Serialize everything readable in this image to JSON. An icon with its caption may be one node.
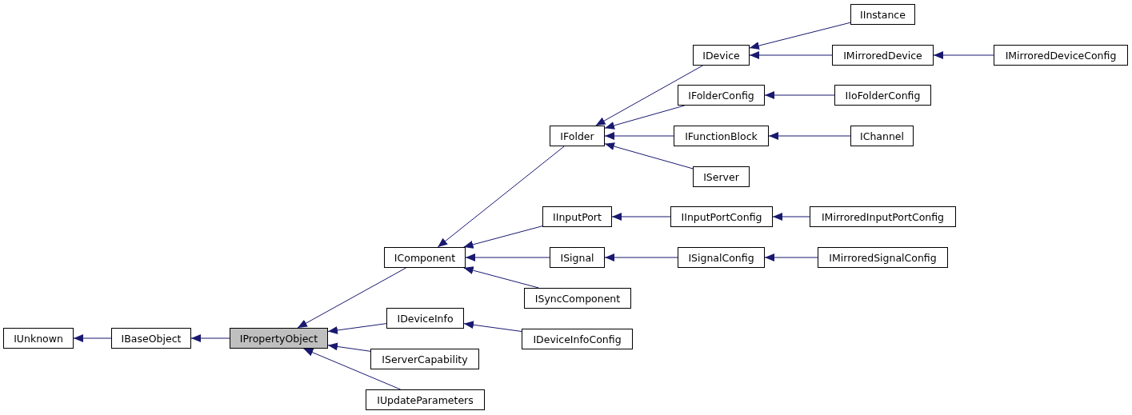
{
  "diagram": {
    "nodes": [
      {
        "text": [
          "IUnknown"
        ]
      },
      {
        "text": [
          "IBaseObject"
        ]
      },
      {
        "text": [
          "IPropertyObject"
        ]
      },
      {
        "text": [
          "IComponent"
        ]
      },
      {
        "text": [
          "IDeviceInfo"
        ]
      },
      {
        "text": [
          "IServerCapability"
        ]
      },
      {
        "text": [
          "IUpdateParameters"
        ]
      },
      {
        "text": [
          "IFolder"
        ]
      },
      {
        "text": [
          "IInputPort"
        ]
      },
      {
        "text": [
          "ISignal"
        ]
      },
      {
        "text": [
          "ISyncComponent"
        ]
      },
      {
        "text": [
          "IDeviceInfoConfig"
        ]
      },
      {
        "text": [
          "IDevice"
        ]
      },
      {
        "text": [
          "IFolderConfig"
        ]
      },
      {
        "text": [
          "IFunctionBlock"
        ]
      },
      {
        "text": [
          "IServer"
        ]
      },
      {
        "text": [
          "IInputPortConfig"
        ]
      },
      {
        "text": [
          "ISignalConfig"
        ]
      },
      {
        "text": [
          "IInstance"
        ]
      },
      {
        "text": [
          "IMirroredDevice"
        ]
      },
      {
        "text": [
          "IIoFolderConfig"
        ]
      },
      {
        "text": [
          "IChannel"
        ]
      },
      {
        "text": [
          "IMirroredInputPortConfig"
        ]
      },
      {
        "text": [
          "IMirroredSignalConfig"
        ]
      },
      {
        "text": [
          "IMirroredDeviceConfig"
        ]
      }
    ],
    "edges": [
      {
        "from": 1,
        "to": 0,
        "arrow": "to"
      },
      {
        "from": 2,
        "to": 1,
        "arrow": "to"
      },
      {
        "from": 3,
        "to": 2,
        "arrow": "to"
      },
      {
        "from": 4,
        "to": 2,
        "arrow": "to"
      },
      {
        "from": 5,
        "to": 2,
        "arrow": "to"
      },
      {
        "from": 6,
        "to": 2,
        "arrow": "to"
      },
      {
        "from": 7,
        "to": 3,
        "arrow": "to"
      },
      {
        "from": 8,
        "to": 3,
        "arrow": "to"
      },
      {
        "from": 9,
        "to": 3,
        "arrow": "to"
      },
      {
        "from": 10,
        "to": 3,
        "arrow": "to"
      },
      {
        "from": 11,
        "to": 4,
        "arrow": "to"
      },
      {
        "from": 12,
        "to": 7,
        "arrow": "to"
      },
      {
        "from": 13,
        "to": 7,
        "arrow": "to"
      },
      {
        "from": 14,
        "to": 7,
        "arrow": "to"
      },
      {
        "from": 15,
        "to": 7,
        "arrow": "to"
      },
      {
        "from": 16,
        "to": 8,
        "arrow": "to"
      },
      {
        "from": 17,
        "to": 9,
        "arrow": "to"
      },
      {
        "from": 18,
        "to": 12,
        "arrow": "to"
      },
      {
        "from": 19,
        "to": 12,
        "arrow": "to"
      },
      {
        "from": 20,
        "to": 13,
        "arrow": "to"
      },
      {
        "from": 21,
        "to": 14,
        "arrow": "to"
      },
      {
        "from": 22,
        "to": 16,
        "arrow": "to"
      },
      {
        "from": 23,
        "to": 17,
        "arrow": "to"
      },
      {
        "from": 24,
        "to": 19,
        "arrow": "to"
      }
    ]
  }
}
